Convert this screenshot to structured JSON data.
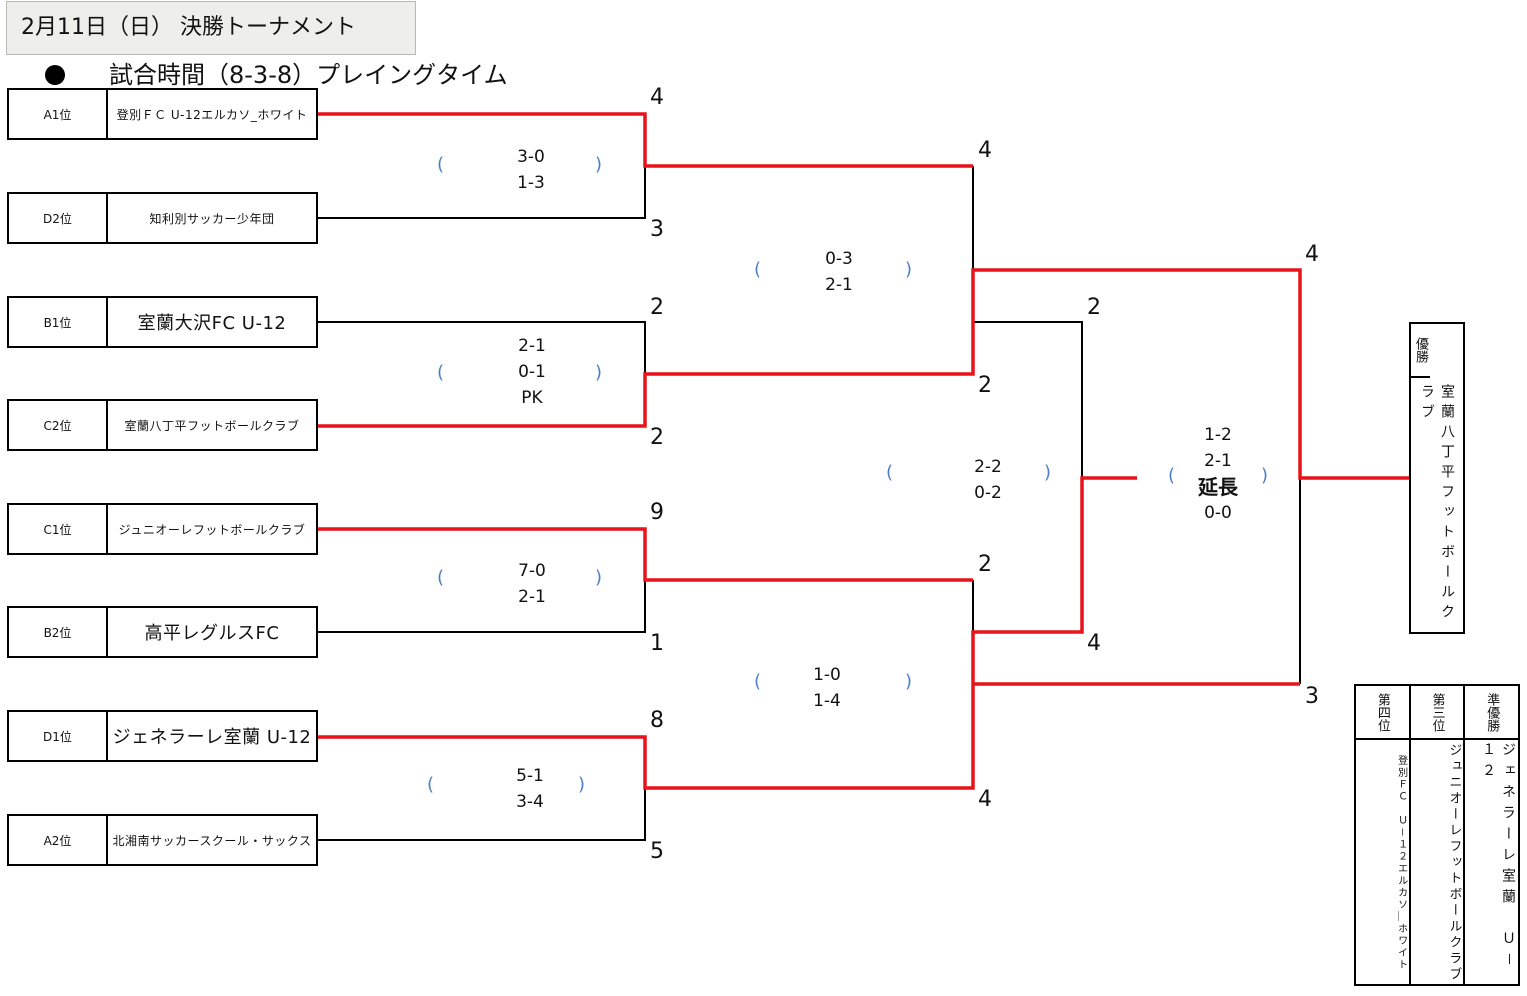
{
  "header": {
    "title": "2月11日（日） 決勝トーナメント",
    "subtitle": "試合時間（8-3-8）プレイングタイム"
  },
  "teams": [
    {
      "seed": "A1位",
      "name": "登別ＦＣ U-12エルカソ_ホワイト"
    },
    {
      "seed": "D2位",
      "name": "知利別サッカー少年団"
    },
    {
      "seed": "B1位",
      "name": "室蘭大沢FC U-12"
    },
    {
      "seed": "C2位",
      "name": "室蘭八丁平フットボールクラブ"
    },
    {
      "seed": "C1位",
      "name": "ジュニオーレフットボールクラブ"
    },
    {
      "seed": "B2位",
      "name": "高平レグルスFC"
    },
    {
      "seed": "D1位",
      "name": "ジェネラーレ室蘭 U-12"
    },
    {
      "seed": "A2位",
      "name": "北湘南サッカースクール・サックス"
    }
  ],
  "scores": {
    "r1": [
      "4",
      "3",
      "2",
      "2",
      "9",
      "1",
      "8",
      "5"
    ],
    "r2": [
      "4",
      "2",
      "2",
      "4"
    ],
    "sf": [
      "2",
      "4"
    ],
    "final": [
      "4",
      "3"
    ]
  },
  "halves": {
    "m1": [
      "3-0",
      "1-3"
    ],
    "m2": [
      "2-1",
      "0-1",
      "PK"
    ],
    "m3": [
      "7-0",
      "2-1"
    ],
    "m4": [
      "5-1",
      "3-4"
    ],
    "m5": [
      "0-3",
      "2-1"
    ],
    "m6": [
      "1-0",
      "1-4"
    ],
    "m7": [
      "2-2",
      "0-2"
    ],
    "m8": [
      "1-2",
      "2-1",
      "延長",
      "0-0"
    ]
  },
  "bracket": {
    "open": "(",
    "close": ")"
  },
  "champion": {
    "label": "優勝",
    "name": "室蘭八丁平フットボールクラブ"
  },
  "ranks": [
    {
      "label": "第四位",
      "name": "登別ＦＣ　Ｕ－１２エルカソ＿ホワイト"
    },
    {
      "label": "第三位",
      "name": "ジュニオーレフットボールクラブ"
    },
    {
      "label": "準優勝",
      "name": "ジェネラーレ室蘭　Ｕ－１２"
    }
  ],
  "colors": {
    "winner_line": "#e8141a",
    "line": "#000000",
    "bracket": "#4f7fc4",
    "title_bg": "#eeeeea"
  }
}
